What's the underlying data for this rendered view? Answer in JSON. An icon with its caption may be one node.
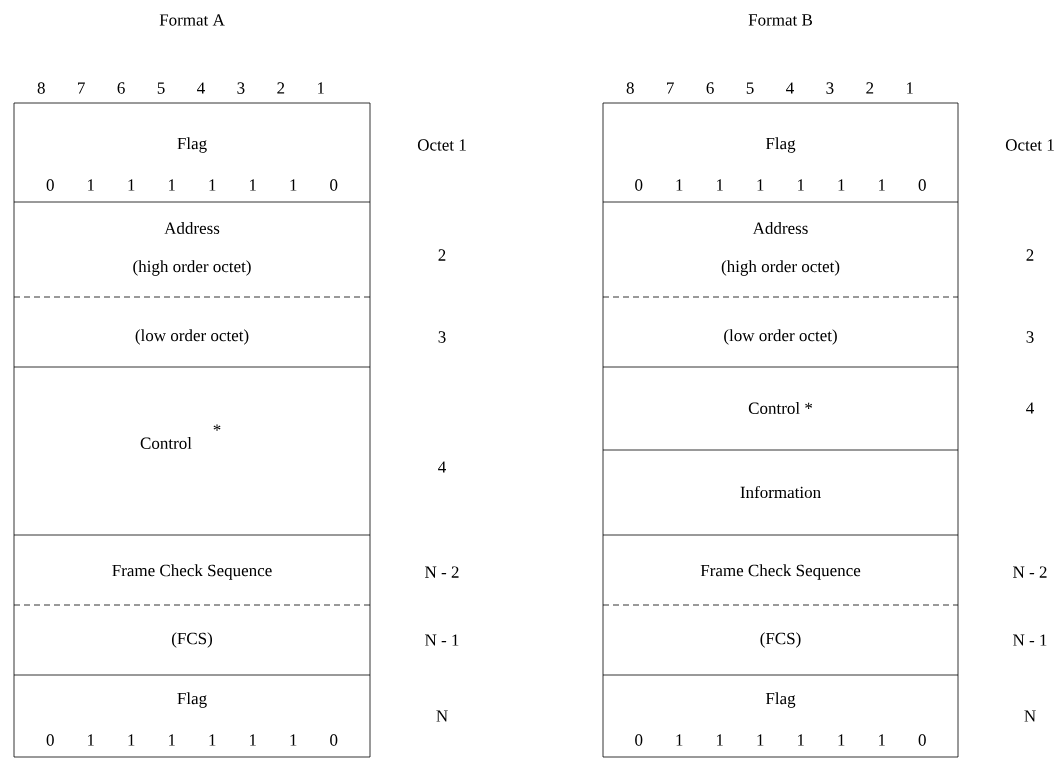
{
  "diagram": {
    "nodes": [
      {
        "text": [
          "Format A"
        ]
      },
      {
        "text": [
          "Flag",
          "0 1 1 1 1 1 1 0"
        ],
        "in": 0
      },
      {
        "text": [
          "Address",
          "(high order octet)"
        ],
        "in": 0
      },
      {
        "text": [
          "(low order octet)"
        ],
        "in": 0
      },
      {
        "text": [
          "Control",
          "*"
        ],
        "in": 0
      },
      {
        "text": [
          "Frame Check Sequence"
        ],
        "in": 0
      },
      {
        "text": [
          "(FCS)"
        ],
        "in": 0
      },
      {
        "text": [
          "Flag",
          "0 1 1 1 1 1 1 0"
        ],
        "in": 0
      },
      {
        "text": [
          "Format B"
        ]
      },
      {
        "text": [
          "Flag",
          "0 1 1 1 1 1 1 0"
        ],
        "in": 8
      },
      {
        "text": [
          "Address",
          "(high order octet)"
        ],
        "in": 8
      },
      {
        "text": [
          "(low order octet)"
        ],
        "in": 8
      },
      {
        "text": [
          "Control *"
        ],
        "in": 8
      },
      {
        "text": [
          "Information"
        ],
        "in": 8
      },
      {
        "text": [
          "Frame Check Sequence"
        ],
        "in": 8
      },
      {
        "text": [
          "(FCS)"
        ],
        "in": 8
      },
      {
        "text": [
          "Flag",
          "0 1 1 1 1 1 1 0"
        ],
        "in": 8
      }
    ],
    "labels": [
      "8 7 6 5 4 3 2 1",
      "8 7 6 5 4 3 2 1",
      "Octet 1",
      "Octet 1",
      "2",
      "2",
      "3",
      "3",
      "4",
      "4",
      "N - 2",
      "N - 2",
      "N - 1",
      "N - 1",
      "N",
      "N"
    ]
  }
}
